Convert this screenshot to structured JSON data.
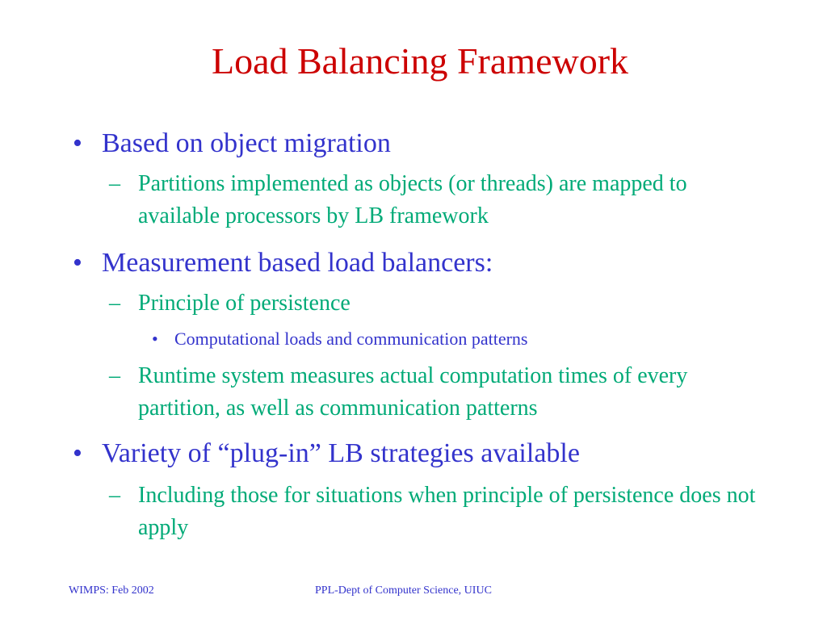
{
  "slide": {
    "title": "Load Balancing Framework",
    "bullet_mark": "•",
    "dash_mark": "–",
    "items": [
      {
        "level": 1,
        "text": "Based on object migration"
      },
      {
        "level": 2,
        "text": "Partitions implemented as objects (or threads) are mapped to available processors by LB framework"
      },
      {
        "level": 1,
        "text": "Measurement based load balancers:"
      },
      {
        "level": 2,
        "text": "Principle of persistence"
      },
      {
        "level": 3,
        "text": "Computational loads and communication patterns"
      },
      {
        "level": 2,
        "text": "Runtime system measures actual computation times of every partition, as well as communication patterns"
      },
      {
        "level": 1,
        "text": "Variety of “plug-in” LB strategies available"
      },
      {
        "level": 2,
        "text": "Including those for situations when principle of persistence does not apply"
      }
    ]
  },
  "footer": {
    "left": "WIMPS: Feb 2002",
    "center": "PPL-Dept of Computer Science, UIUC"
  },
  "colors": {
    "title": "#cc0000",
    "level1": "#3333cc",
    "level2": "#00aa77",
    "level3": "#3333cc"
  }
}
